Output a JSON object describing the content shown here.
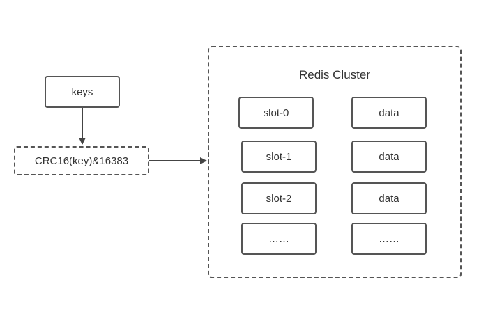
{
  "keys_label": "keys",
  "hash_label": "CRC16(key)&16383",
  "cluster": {
    "title": "Redis Cluster",
    "slots": [
      "slot-0",
      "slot-1",
      "slot-2",
      "……"
    ],
    "data": [
      "data",
      "data",
      "data",
      "……"
    ]
  },
  "colors": {
    "stroke": "#555555",
    "text": "#333333"
  }
}
